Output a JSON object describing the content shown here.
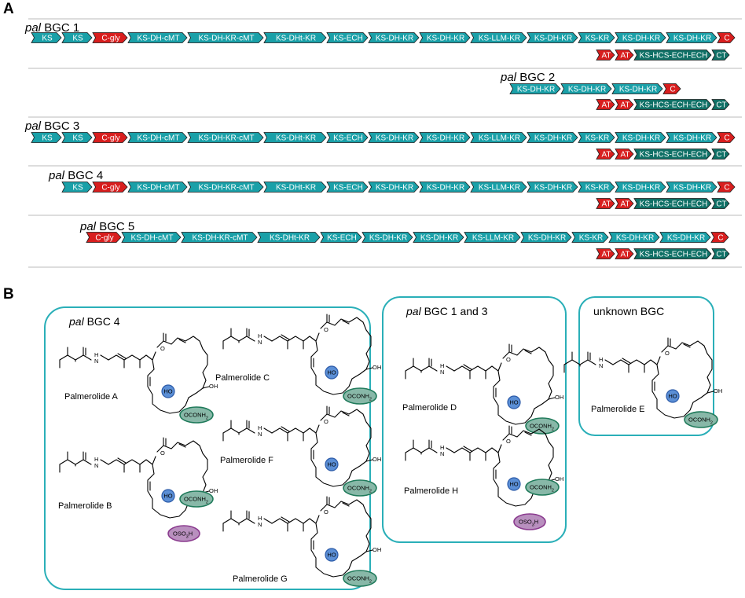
{
  "colors": {
    "teal": "#1AA0A8",
    "red": "#D81E1E",
    "darkteal": "#0F7066",
    "box_border": "#2AAFB8",
    "ho_fill": "#5B8FD6",
    "carbamate_fill": "#88B8A8",
    "carbamate_border": "#1F7A5A",
    "sulfate_fill": "#B990BF",
    "sulfate_border": "#8A3A8E",
    "separator": "#BBBBBB"
  },
  "panel_a": {
    "letter": "A",
    "clusters": [
      {
        "id": "bgc1",
        "label_italic": "pal",
        "label_rest": " BGC 1",
        "row1": [
          {
            "label": "KS",
            "type": "teal"
          },
          {
            "label": "KS",
            "type": "teal"
          },
          {
            "label": "C-gly",
            "type": "red"
          },
          {
            "label": "KS-DH-cMT",
            "type": "teal"
          },
          {
            "label": "KS-DH-KR-cMT",
            "type": "teal"
          },
          {
            "label": "KS-DHt-KR",
            "type": "teal"
          },
          {
            "label": "KS-ECH",
            "type": "teal"
          },
          {
            "label": "KS-DH-KR",
            "type": "teal"
          },
          {
            "label": "KS-DH-KR",
            "type": "teal"
          },
          {
            "label": "KS-LLM-KR",
            "type": "teal"
          },
          {
            "label": "KS-DH-KR",
            "type": "teal"
          },
          {
            "label": "KS-KR",
            "type": "teal"
          },
          {
            "label": "KS-DH-KR",
            "type": "teal"
          },
          {
            "label": "KS-DH-KR",
            "type": "teal"
          },
          {
            "label": "C",
            "type": "red"
          }
        ],
        "row2": [
          {
            "label": "AT",
            "type": "red"
          },
          {
            "label": "AT",
            "type": "red"
          },
          {
            "label": "KS-HCS-ECH-ECH",
            "type": "darkteal"
          },
          {
            "label": "CT",
            "type": "darkteal"
          }
        ]
      },
      {
        "id": "bgc2",
        "label_italic": "pal",
        "label_rest": " BGC 2",
        "row1": [
          {
            "label": "KS-DH-KR",
            "type": "teal"
          },
          {
            "label": "KS-DH-KR",
            "type": "teal"
          },
          {
            "label": "KS-DH-KR",
            "type": "teal"
          },
          {
            "label": "C",
            "type": "red"
          }
        ],
        "row2": [
          {
            "label": "AT",
            "type": "red"
          },
          {
            "label": "AT",
            "type": "red"
          },
          {
            "label": "KS-HCS-ECH-ECH",
            "type": "darkteal"
          },
          {
            "label": "CT",
            "type": "darkteal"
          }
        ]
      },
      {
        "id": "bgc3",
        "label_italic": "pal",
        "label_rest": " BGC 3",
        "row1": [
          {
            "label": "KS",
            "type": "teal"
          },
          {
            "label": "KS",
            "type": "teal"
          },
          {
            "label": "C-gly",
            "type": "red"
          },
          {
            "label": "KS-DH-cMT",
            "type": "teal"
          },
          {
            "label": "KS-DH-KR-cMT",
            "type": "teal"
          },
          {
            "label": "KS-DHt-KR",
            "type": "teal"
          },
          {
            "label": "KS-ECH",
            "type": "teal"
          },
          {
            "label": "KS-DH-KR",
            "type": "teal"
          },
          {
            "label": "KS-DH-KR",
            "type": "teal"
          },
          {
            "label": "KS-LLM-KR",
            "type": "teal"
          },
          {
            "label": "KS-DH-KR",
            "type": "teal"
          },
          {
            "label": "KS-KR",
            "type": "teal"
          },
          {
            "label": "KS-DH-KR",
            "type": "teal"
          },
          {
            "label": "KS-DH-KR",
            "type": "teal"
          },
          {
            "label": "C",
            "type": "red"
          }
        ],
        "row2": [
          {
            "label": "AT",
            "type": "red"
          },
          {
            "label": "AT",
            "type": "red"
          },
          {
            "label": "KS-HCS-ECH-ECH",
            "type": "darkteal"
          },
          {
            "label": "CT",
            "type": "darkteal"
          }
        ]
      },
      {
        "id": "bgc4",
        "label_italic": "pal",
        "label_rest": " BGC 4",
        "row1": [
          {
            "label": "KS",
            "type": "teal"
          },
          {
            "label": "C-gly",
            "type": "red"
          },
          {
            "label": "KS-DH-cMT",
            "type": "teal"
          },
          {
            "label": "KS-DH-KR-cMT",
            "type": "teal"
          },
          {
            "label": "KS-DHt-KR",
            "type": "teal"
          },
          {
            "label": "KS-ECH",
            "type": "teal"
          },
          {
            "label": "KS-DH-KR",
            "type": "teal"
          },
          {
            "label": "KS-DH-KR",
            "type": "teal"
          },
          {
            "label": "KS-LLM-KR",
            "type": "teal"
          },
          {
            "label": "KS-DH-KR",
            "type": "teal"
          },
          {
            "label": "KS-KR",
            "type": "teal"
          },
          {
            "label": "KS-DH-KR",
            "type": "teal"
          },
          {
            "label": "KS-DH-KR",
            "type": "teal"
          },
          {
            "label": "C",
            "type": "red"
          }
        ],
        "row2": [
          {
            "label": "AT",
            "type": "red"
          },
          {
            "label": "AT",
            "type": "red"
          },
          {
            "label": "KS-HCS-ECH-ECH",
            "type": "darkteal"
          },
          {
            "label": "CT",
            "type": "darkteal"
          }
        ]
      },
      {
        "id": "bgc5",
        "label_italic": "pal",
        "label_rest": " BGC 5",
        "row1": [
          {
            "label": "C-gly",
            "type": "red"
          },
          {
            "label": "KS-DH-cMT",
            "type": "teal"
          },
          {
            "label": "KS-DH-KR-cMT",
            "type": "teal"
          },
          {
            "label": "KS-DHt-KR",
            "type": "teal"
          },
          {
            "label": "KS-ECH",
            "type": "teal"
          },
          {
            "label": "KS-DH-KR",
            "type": "teal"
          },
          {
            "label": "KS-DH-KR",
            "type": "teal"
          },
          {
            "label": "KS-LLM-KR",
            "type": "teal"
          },
          {
            "label": "KS-DH-KR",
            "type": "teal"
          },
          {
            "label": "KS-KR",
            "type": "teal"
          },
          {
            "label": "KS-DH-KR",
            "type": "teal"
          },
          {
            "label": "KS-DH-KR",
            "type": "teal"
          },
          {
            "label": "C",
            "type": "red"
          }
        ],
        "row2": [
          {
            "label": "AT",
            "type": "red"
          },
          {
            "label": "AT",
            "type": "red"
          },
          {
            "label": "KS-HCS-ECH-ECH",
            "type": "darkteal"
          },
          {
            "label": "CT",
            "type": "darkteal"
          }
        ]
      }
    ]
  },
  "panel_b": {
    "letter": "B",
    "box1_title_italic": "pal",
    "box1_title_rest": " BGC 4",
    "box2_title_italic": "pal",
    "box2_title_rest": " BGC 1 and 3",
    "box3_title": "unknown BGC",
    "molecules": {
      "A": "Palmerolide A",
      "B": "Palmerolide B",
      "C": "Palmerolide C",
      "D": "Palmerolide D",
      "E": "Palmerolide E",
      "F": "Palmerolide F",
      "G": "Palmerolide G",
      "H": "Palmerolide H"
    },
    "labels": {
      "ho": "HO",
      "oh": "OH",
      "carbamate": "OCONH",
      "sub2": "2",
      "sulfate": "OSO",
      "sub3": "3",
      "sulfate_h": "H",
      "nh": "NH",
      "h": "H",
      "n": "N",
      "o": "O"
    }
  }
}
